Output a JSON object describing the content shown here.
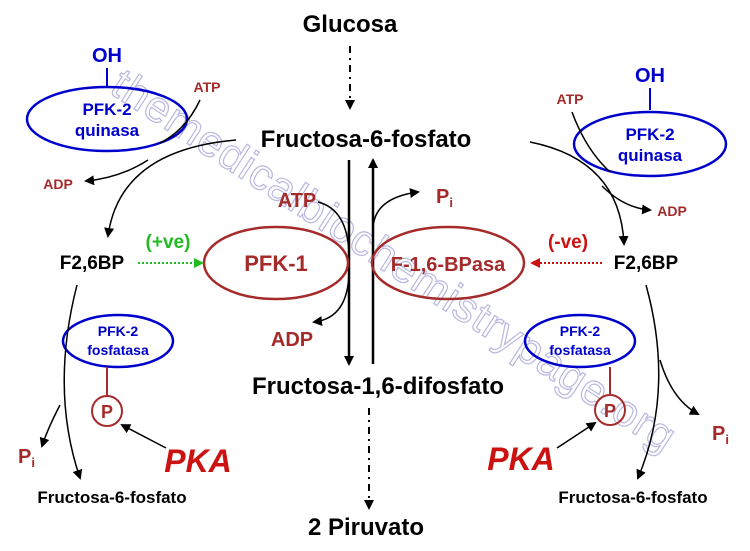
{
  "main_pathway": {
    "glucose": "Glucosa",
    "f6p": "Fructosa-6-fosfato",
    "f16bp": "Fructosa-1,6-difosfato",
    "pyruvate": "2 Piruvato"
  },
  "center": {
    "pfk1": "PFK-1",
    "fbpase": "F-1,6-BPasa",
    "atp": "ATP",
    "adp": "ADP",
    "pi_main": "P",
    "pi_sub": "i"
  },
  "left": {
    "oh": "OH",
    "kinase_line1": "PFK-2",
    "kinase_line2": "quinasa",
    "atp": "ATP",
    "adp": "ADP",
    "f26bp": "F2,6BP",
    "effect": "(+ve)",
    "phosphatase_line1": "PFK-2",
    "phosphatase_line2": "fosfatasa",
    "phospho": "P",
    "pka": "PKA",
    "pi_main": "P",
    "pi_sub": "i",
    "product": "Fructosa-6-fosfato"
  },
  "right": {
    "oh": "OH",
    "kinase_line1": "PFK-2",
    "kinase_line2": "quinasa",
    "atp": "ATP",
    "adp": "ADP",
    "f26bp": "F2,6BP",
    "effect": "(-ve)",
    "phosphatase_line1": "PFK-2",
    "phosphatase_line2": "fosfatasa",
    "phospho": "P",
    "pka": "PKA",
    "pi_main": "P",
    "pi_sub": "i",
    "product": "Fructosa-6-fosfato"
  },
  "watermark": "themedicalbiochemistrypage.org",
  "colors": {
    "enzyme_red": "#a52a2a",
    "kinase_blue": "#0000cc",
    "activation_green": "#22bb22",
    "inhibition_red": "#cc1111",
    "watermark": "#b8b8e0"
  }
}
